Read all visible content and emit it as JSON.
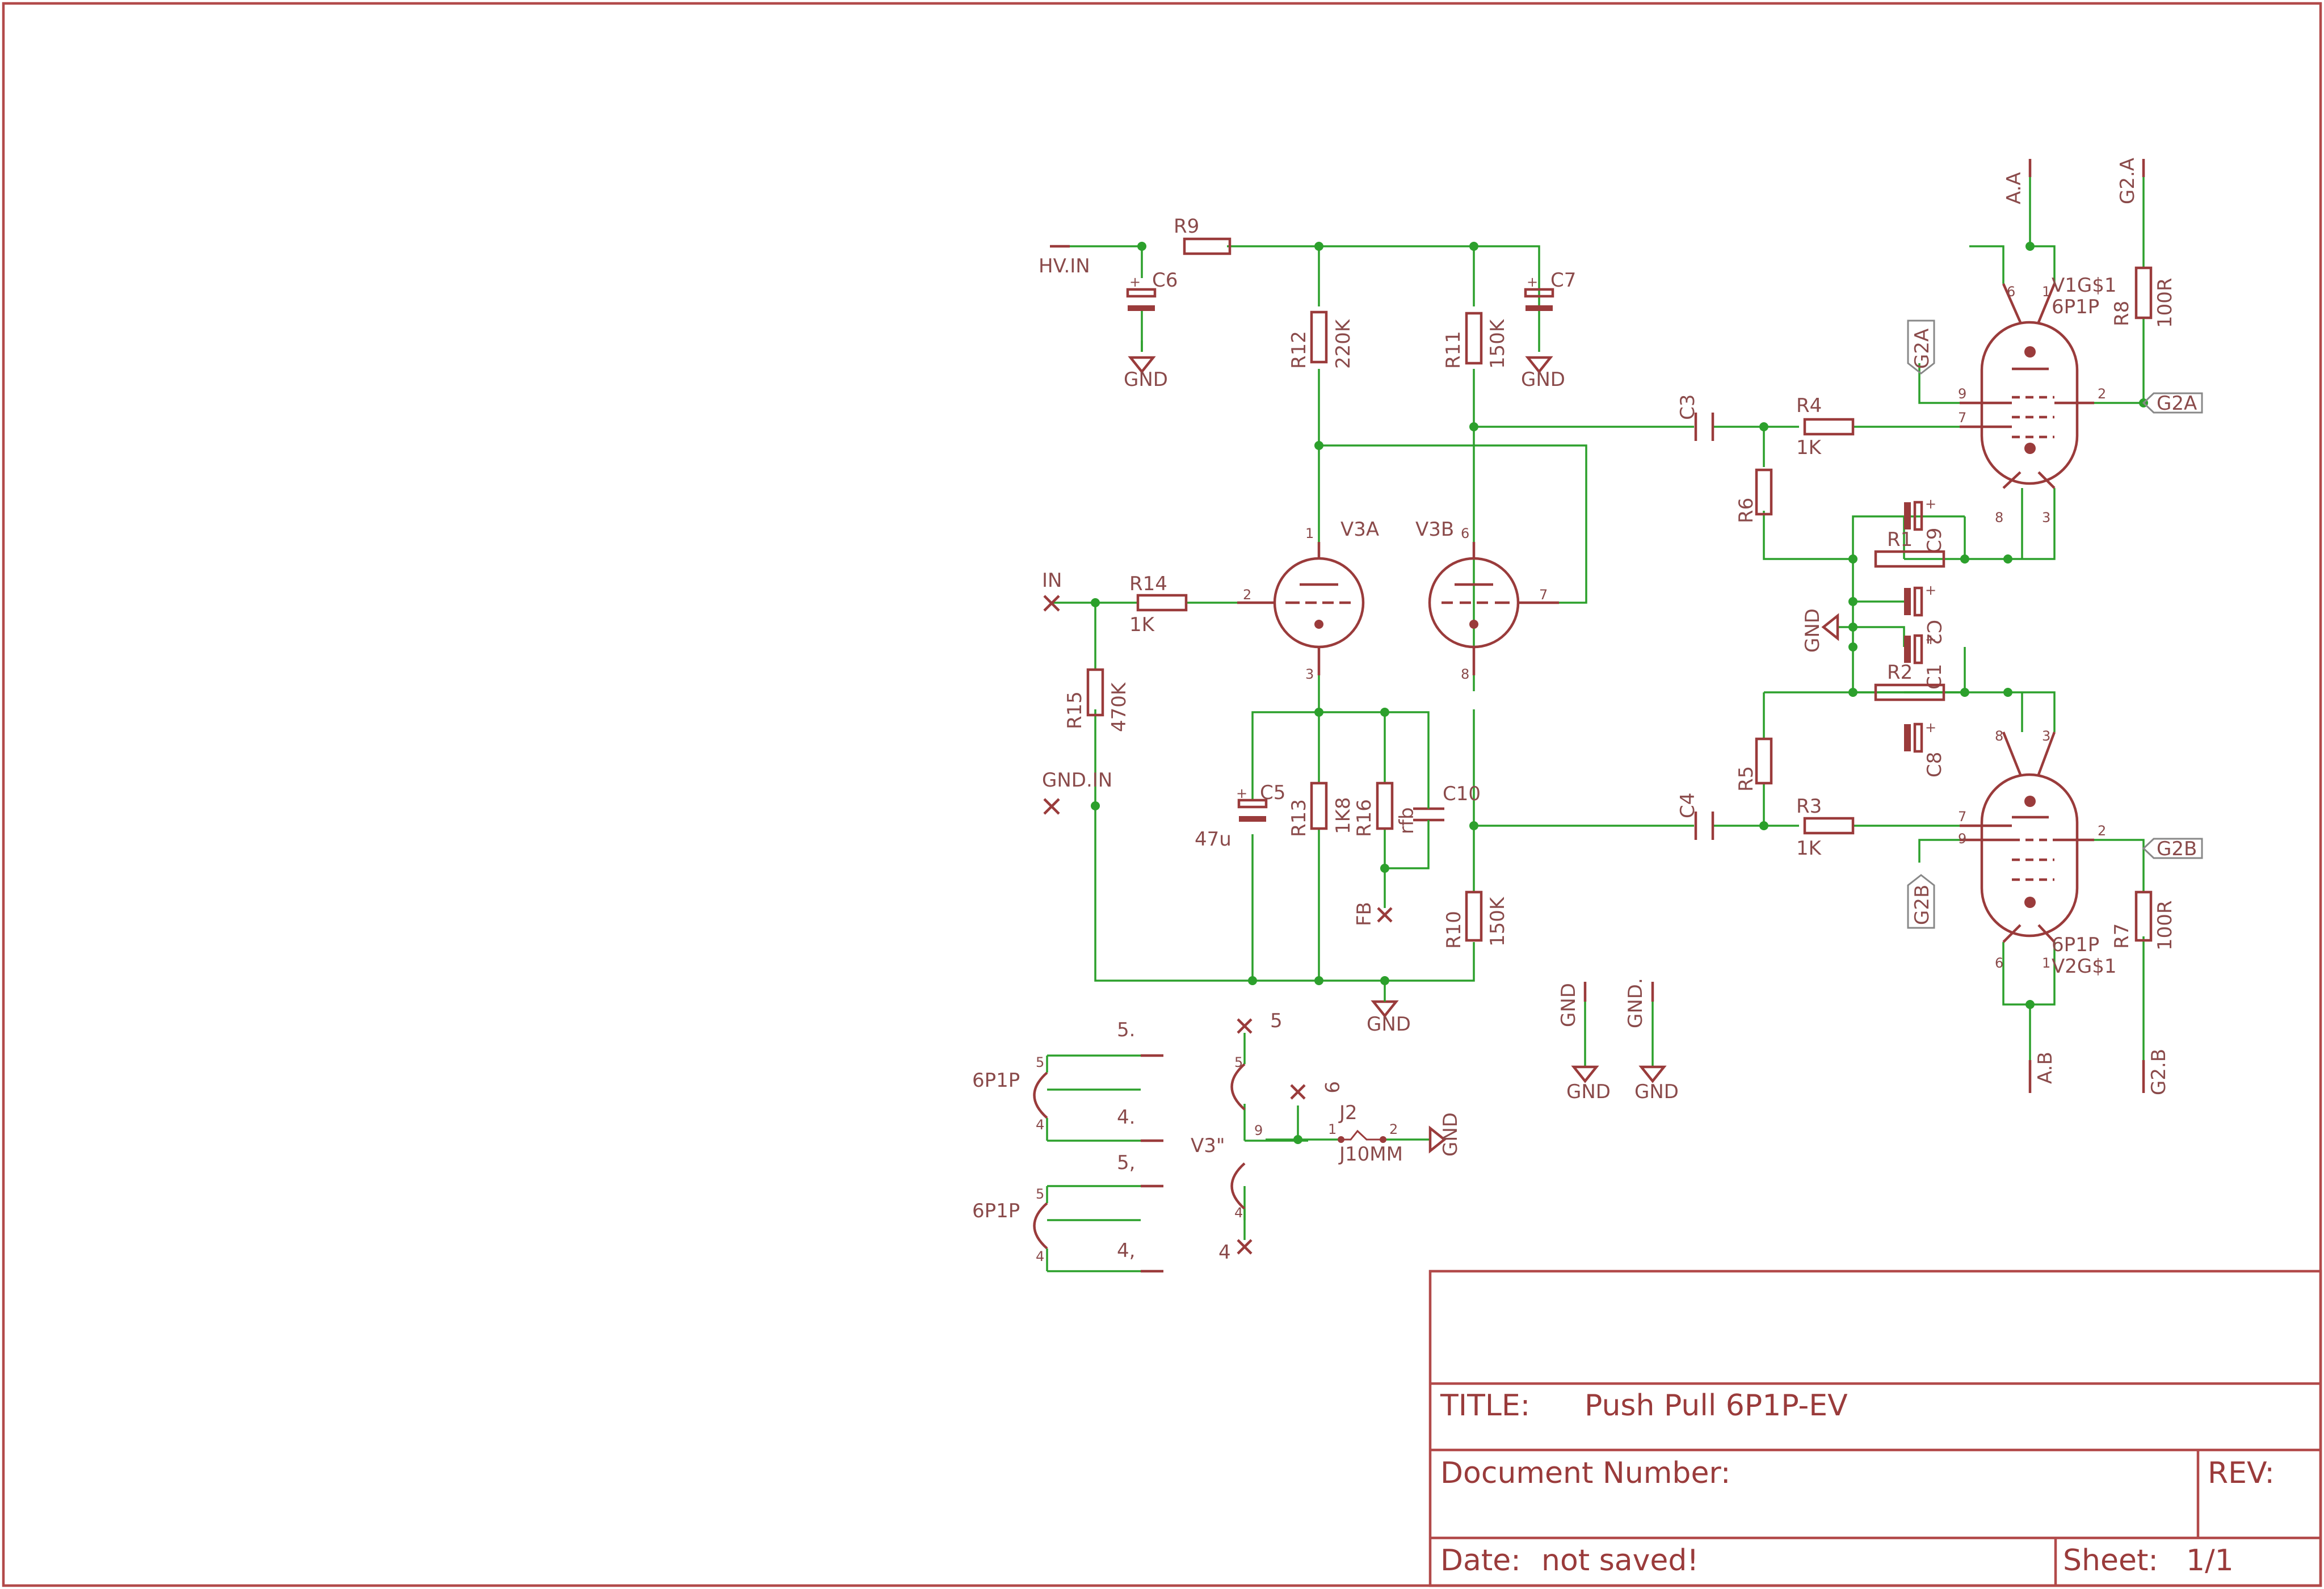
{
  "labels": {
    "hv_in": "HV.IN",
    "r9": "R9",
    "c6": "C6",
    "c7": "C7",
    "gnd": "GND",
    "r12": "R12",
    "r12_val": "220K",
    "r11": "R11",
    "r11_val": "150K",
    "c3": "C3",
    "c4": "C4",
    "r4": "R4",
    "r4_val": "1K",
    "r3": "R3",
    "r3_val": "1K",
    "r6": "R6",
    "r5": "R5",
    "r1": "R1",
    "r2": "R2",
    "c9": "C9",
    "c2": "C2",
    "c1": "C1",
    "c8": "C8",
    "v3a": "V3A",
    "v3b": "V3B",
    "in": "IN",
    "r14": "R14",
    "r14_val": "1K",
    "r15": "R15",
    "r15_val": "470K",
    "gnd_in": "GND.IN",
    "c5": "C5",
    "c5_val": "47u",
    "r13": "R13",
    "r13_val": "1K8",
    "r16": "R16",
    "r16_val": "rfb",
    "c10": "C10",
    "fb": "FB",
    "r10": "R10",
    "r10_val": "150K",
    "aa": "A.A",
    "g2a": "G2.A",
    "v1": "V1G$1",
    "v1_type": "6P1P",
    "r8": "R8",
    "r8_val": "100R",
    "g2a_flag": "G2A",
    "ab": "A.B",
    "g2b": "G2.B",
    "v2": "V2G$1",
    "v2_type": "6P1P",
    "r7": "R7",
    "r7_val": "100R",
    "g2b_flag": "G2B",
    "gnd_pin": "GND",
    "gnd_dot": "GND.",
    "htr1": "6P1P",
    "htr2": "6P1P",
    "p5a": "5.",
    "p4a": "4.",
    "p5b": "5,",
    "p4b": "4,",
    "v3h": "V3\"",
    "j2": "J2",
    "j2_val": "J10MM"
  },
  "title_block": {
    "title_label": "TITLE:",
    "title": "Push Pull 6P1P-EV",
    "doc_label": "Document Number:",
    "rev_label": "REV:",
    "date_label": "Date:",
    "date": "not saved!",
    "sheet_label": "Sheet:",
    "sheet": "1/1"
  },
  "colors": {
    "wire": "#2ca02c",
    "part": "#9a3b3b",
    "frame": "#b24a4a"
  }
}
